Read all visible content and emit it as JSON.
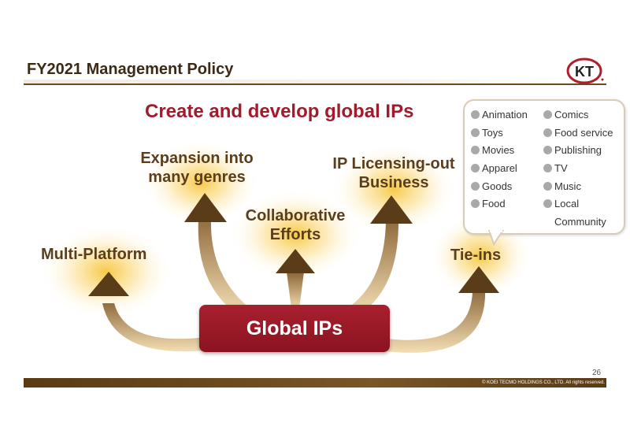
{
  "header": {
    "title": "FY2021 Management Policy",
    "logo_text": "KT"
  },
  "headline": "Create and develop global IPs",
  "diagram": {
    "center": "Global IPs",
    "branches": {
      "multi_platform": "Multi-Platform",
      "expansion_line1": "Expansion into",
      "expansion_line2": "many genres",
      "collab_line1": "Collaborative",
      "collab_line2": "Efforts",
      "licensing_line1": "IP Licensing-out",
      "licensing_line2": "Business",
      "tie_ins": "Tie-ins"
    }
  },
  "tie_ins_list": {
    "left": [
      "Animation",
      "Toys",
      "Movies",
      "Apparel",
      "Goods",
      "Food"
    ],
    "right": [
      "Comics",
      "Food service",
      "Publishing",
      "TV",
      "Music",
      "Local"
    ],
    "right_continuation": "Community"
  },
  "footer": {
    "page_number": "26",
    "copyright": "© KOEI TECMO HOLDINGS CO., LTD. All rights reserved."
  },
  "colors": {
    "accent_red": "#a01c2c",
    "brown": "#5a3e1e",
    "glow": "#f5c84a"
  }
}
